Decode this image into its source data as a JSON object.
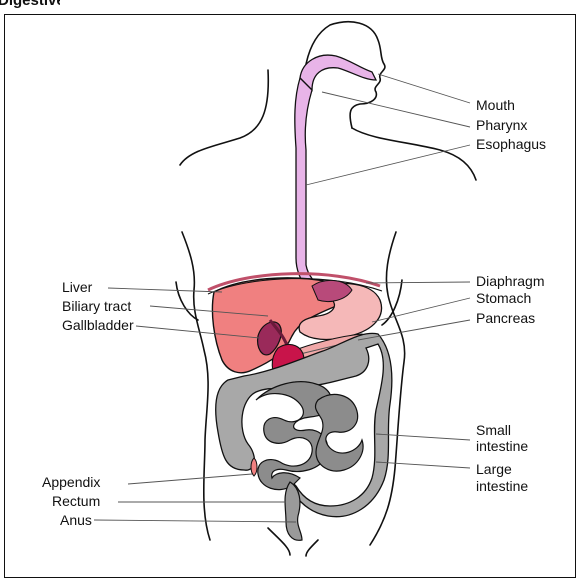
{
  "header": {
    "title_fragment": "Digestive"
  },
  "labels": {
    "mouth": "Mouth",
    "pharynx": "Pharynx",
    "esophagus": "Esophagus",
    "diaphragm": "Diaphragm",
    "stomach": "Stomach",
    "pancreas": "Pancreas",
    "small_intestine_1": "Small",
    "small_intestine_2": "intestine",
    "large_intestine_1": "Large",
    "large_intestine_2": "intestine",
    "liver": "Liver",
    "biliary_tract": "Biliary tract",
    "gallbladder": "Gallbladder",
    "appendix": "Appendix",
    "rectum": "Rectum",
    "anus": "Anus"
  },
  "colors": {
    "esophagus": "#e8b4e8",
    "liver": "#f08080",
    "stomach": "#f5b8b8",
    "pancreas": "#f0a8a8",
    "gallbladder": "#9a2a5a",
    "duodenum": "#c8144a",
    "intestine": "#9a9a9a",
    "intestine_dark": "#6e6e6e"
  }
}
